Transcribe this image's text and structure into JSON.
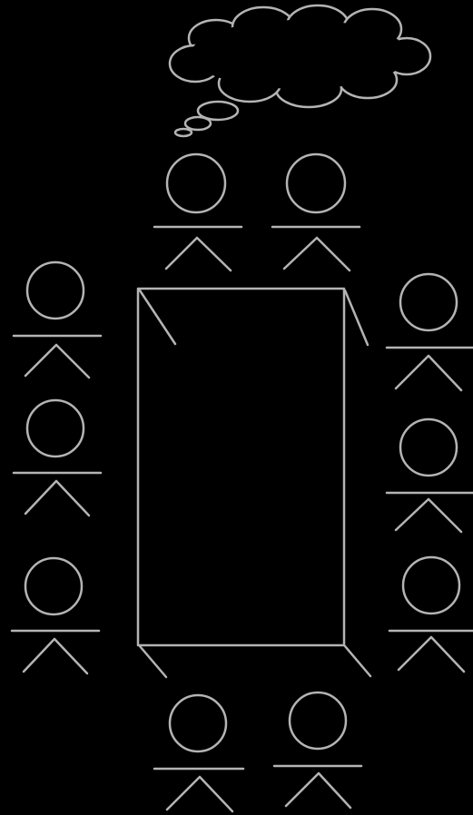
{
  "diagram": {
    "kind": "meeting table seating illustration",
    "colors": {
      "background": "#000000",
      "ink": "#b4b4b4"
    },
    "figures": [
      {
        "id": "top-left",
        "side": "top"
      },
      {
        "id": "top-right",
        "side": "top"
      },
      {
        "id": "left-1",
        "side": "left"
      },
      {
        "id": "left-2",
        "side": "left"
      },
      {
        "id": "left-3",
        "side": "left"
      },
      {
        "id": "right-1",
        "side": "right"
      },
      {
        "id": "right-2",
        "side": "right"
      },
      {
        "id": "right-3",
        "side": "right"
      },
      {
        "id": "bottom-left",
        "side": "bottom"
      },
      {
        "id": "bottom-right",
        "side": "bottom"
      }
    ],
    "thought_bubble": {
      "attached_to": "top-left",
      "text": ""
    },
    "table": {
      "shape": "rectangle",
      "legs": 4
    }
  }
}
